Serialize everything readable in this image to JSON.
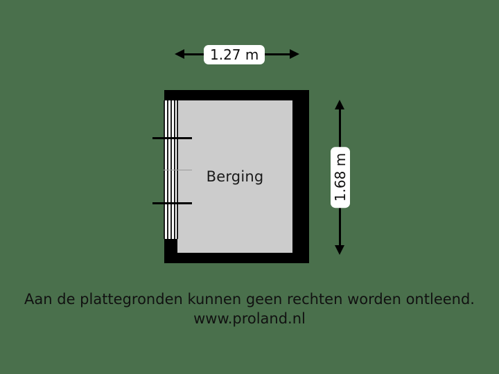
{
  "background_color": "#4a704c",
  "plan": {
    "room": {
      "label": "Berging",
      "fill_color": "#cccccc",
      "wall_color": "#000000"
    },
    "window": {
      "name": "window-on-left-wall",
      "frame_color": "#ffffff",
      "mullion_color": "#1c1c1c",
      "mullion_count": 5
    },
    "detail_lines": [
      {
        "id": "swing-line-top",
        "color": "#5a5a5a"
      },
      {
        "id": "swing-line-middle",
        "color": "#9a9a9a"
      },
      {
        "id": "swing-line-bottom",
        "color": "#5a5a5a"
      }
    ]
  },
  "dimensions": {
    "width": {
      "value": "1.27 m",
      "orientation": "horizontal",
      "arrow_color": "#000000",
      "label_background": "#ffffff"
    },
    "height": {
      "value": "1.68 m",
      "orientation": "vertical",
      "arrow_color": "#000000",
      "label_background": "#ffffff"
    }
  },
  "footer": {
    "disclaimer": "Aan de plattegronden kunnen geen rechten worden ontleend.",
    "website": "www.proland.nl",
    "text_color": "#111111"
  }
}
